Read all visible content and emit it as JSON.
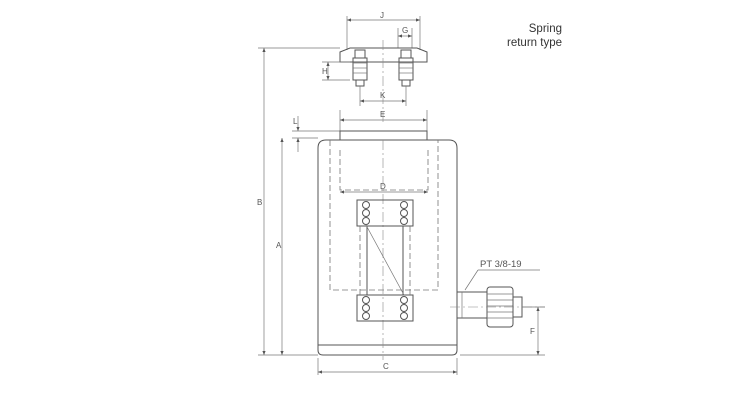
{
  "caption": {
    "line1": "Spring",
    "line2": "return type"
  },
  "port_label": "PT 3/8-19",
  "dimensions": {
    "J": "J",
    "G": "G",
    "H": "H",
    "K": "K",
    "E": "E",
    "L": "L",
    "D": "D",
    "B": "B",
    "A": "A",
    "C": "C",
    "F": "F"
  }
}
